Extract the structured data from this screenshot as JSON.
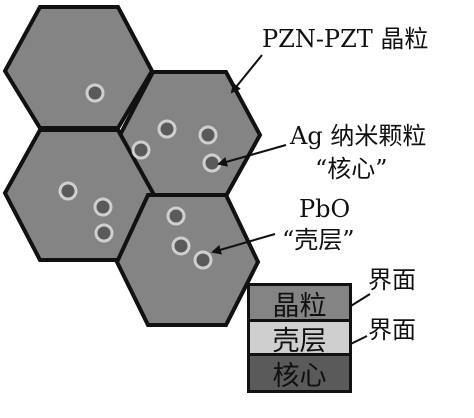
{
  "colors": {
    "grain": "#848484",
    "shell": "#cfcfcf",
    "core": "#5a5a5a",
    "outline": "#111111"
  },
  "labels": {
    "grain": "PZN-PZT 晶粒",
    "core_line1": "Ag 纳米颗粒",
    "core_line2": "“核心”",
    "shell_line1": "PbO",
    "shell_line2": "“壳层”",
    "interface_top": "界面",
    "interface_bottom": "界面"
  },
  "legend": {
    "grain": "晶粒",
    "shell": "壳层",
    "core": "核心"
  }
}
